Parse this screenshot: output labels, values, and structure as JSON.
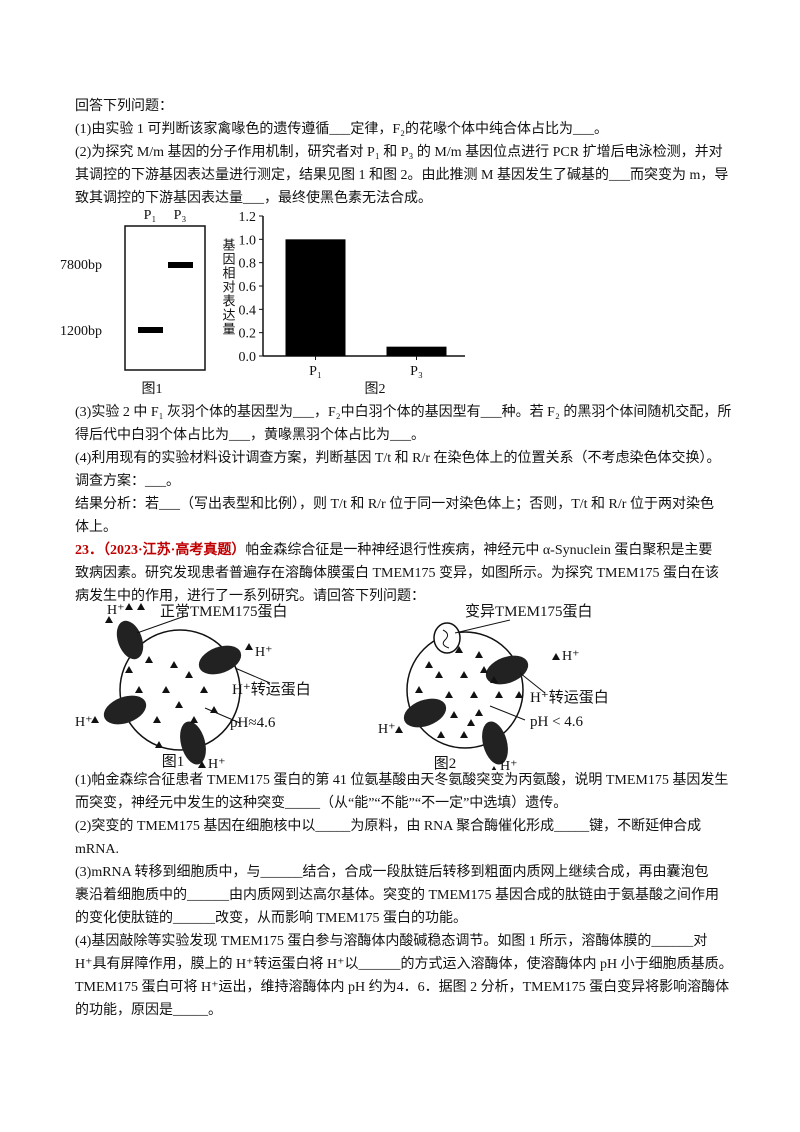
{
  "part1": {
    "lines": [
      "回答下列问题：",
      "(1)由实验 1 可判断该家禽喙色的遗传遵循___定律，F₂的花喙个体中纯合体占比为___。",
      "(2)为探究 M/m 基因的分子作用机制，研究者对 P₁ 和 P₃ 的 M/m 基因位点进行 PCR 扩增后电泳检测，并对",
      "其调控的下游基因表达量进行测定，结果见图 1 和图 2。由此推测 M 基因发生了碱基的___而突变为 m，导",
      "致其调控的下游基因表达量___，最终使黑色素无法合成。"
    ]
  },
  "gel_figure": {
    "lanes": [
      "P₁",
      "P₃"
    ],
    "markers": [
      "7800bp",
      "1200bp"
    ],
    "bands": [
      {
        "lane": "P₁",
        "size": "1200bp"
      },
      {
        "lane": "P₃",
        "size": "7800bp"
      }
    ],
    "caption": "图1"
  },
  "chart_data": {
    "type": "bar",
    "categories": [
      "P₁",
      "P₃"
    ],
    "values": [
      1.0,
      0.08
    ],
    "ylabel": "基因相对表达量",
    "xlabel": "",
    "ylim": [
      0,
      1.2
    ],
    "yticks": [
      "0.0",
      "0.2",
      "0.4",
      "0.6",
      "0.8",
      "1.0",
      "1.2"
    ],
    "caption": "图2",
    "bar_color": "#000000"
  },
  "part2": {
    "lines": [
      "(3)实验 2 中 F₁ 灰羽个体的基因型为___，F₂中白羽个体的基因型有___种。若 F₂ 的黑羽个体间随机交配，所",
      "得后代中白羽个体占比为___，黄喙黑羽个体占比为___。",
      "(4)利用现有的实验材料设计调查方案，判断基因 T/t 和 R/r 在染色体上的位置关系（不考虑染色体交换）。",
      "调查方案：___。",
      "结果分析：若___（写出表型和比例），则 T/t 和 R/r 位于同一对染色体上；否则，T/t 和 R/r 位于两对染色",
      "体上。"
    ]
  },
  "question23": {
    "number": "23．（2023·江苏·高考真题）",
    "lines": [
      "帕金森综合征是一种神经退行性疾病，神经元中 α-Synuclein 蛋白聚积是主要",
      "致病因素。研究发现患者普遍存在溶酶体膜蛋白 TMEM175 变异，如图所示。为探究 TMEM175 蛋白在该",
      "病发生中的作用，进行了一系列研究。请回答下列问题："
    ]
  },
  "diagram1": {
    "protein_label": "正常TMEM175蛋白",
    "transporter_label": "H⁺转运蛋白",
    "ph_label": "pH≈4.6",
    "ion": "H⁺",
    "caption": "图1"
  },
  "diagram2": {
    "protein_label": "变异TMEM175蛋白",
    "transporter_label": "H⁺转运蛋白",
    "ph_label": "pH < 4.6",
    "ion": "H⁺",
    "caption": "图2"
  },
  "part3": {
    "lines": [
      "(1)帕金森综合征患者 TMEM175 蛋白的第 41 位氨基酸由天冬氨酸突变为丙氨酸，说明 TMEM175 基因发生",
      "而突变，神经元中发生的这种突变_____（从“能”“不能”“不一定”中选填）遗传。",
      "(2)突变的 TMEM175 基因在细胞核中以_____为原料，由 RNA 聚合酶催化形成_____键，不断延伸合成",
      "mRNA.",
      "(3)mRNA 转移到细胞质中，与______结合，合成一段肽链后转移到粗面内质网上继续合成，再由囊泡包",
      "裹沿着细胞质中的______由内质网到达高尔基体。突变的 TMEM175 基因合成的肽链由于氨基酸之间作用",
      "的变化使肽链的______改变，从而影响 TMEM175 蛋白的功能。",
      "(4)基因敲除等实验发现 TMEM175 蛋白参与溶酶体内酸碱稳态调节。如图 1 所示，溶酶体膜的______对",
      "H⁺具有屏障作用，膜上的 H⁺转运蛋白将 H⁺以______的方式运入溶酶体，使溶酶体内 pH 小于细胞质基质。",
      "TMEM175 蛋白可将 H⁺运出，维持溶酶体内 pH 约为4．6．据图 2 分析，TMEM175 蛋白变异将影响溶酶体",
      "的功能，原因是_____。"
    ]
  }
}
